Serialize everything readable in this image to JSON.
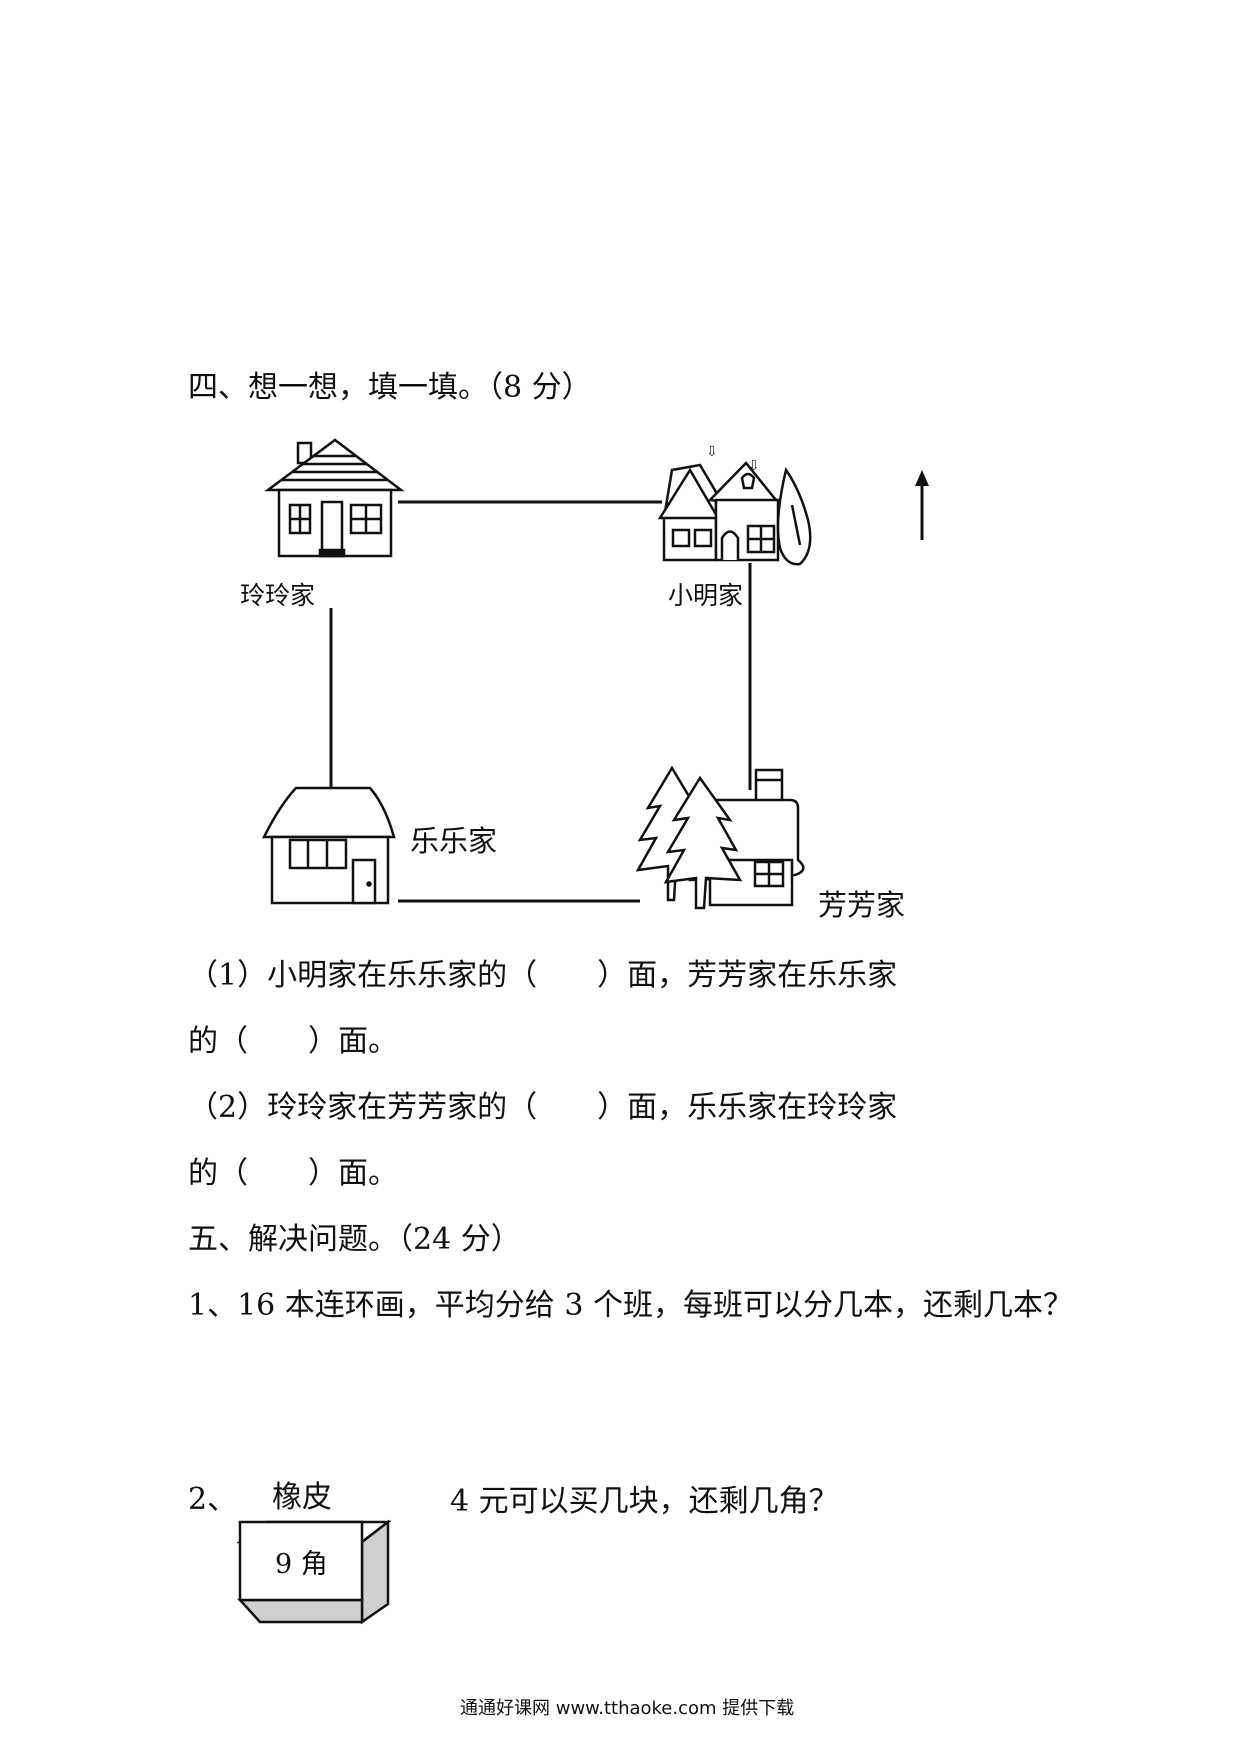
{
  "section4": {
    "title": "四、想一想，填一填。（8 分）"
  },
  "map": {
    "labels": {
      "lingling": "玲玲家",
      "xiaoming": "小明家",
      "lele": "乐乐家",
      "fangfang": "芳芳家"
    },
    "north_arrow_icon": "north-arrow-icon"
  },
  "q1": {
    "line1": "（1）小明家在乐乐家的（　　）面，芳芳家在乐乐家",
    "line2": "的（　　）面。"
  },
  "q2": {
    "line1": "（2）玲玲家在芳芳家的（　　）面，乐乐家在玲玲家",
    "line2": "的（　　）面。"
  },
  "section5": {
    "title": "五、解决问题。（24 分）"
  },
  "problem1": {
    "text": "1、16 本连环画，平均分给 3 个班，每班可以分几本，还剩几本？"
  },
  "problem2": {
    "number": "2、",
    "item_name": "橡皮",
    "price_label": "9 角",
    "question": "4 元可以买几块，还剩几角？"
  },
  "footer": {
    "text": "通通好课网  www.tthaoke.com  提供下载"
  }
}
